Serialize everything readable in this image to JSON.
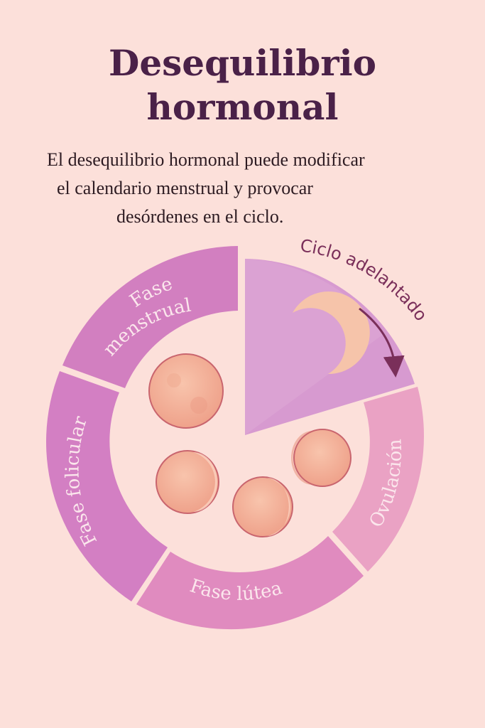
{
  "title": {
    "line1": "Desequilibrio",
    "line2": "hormonal"
  },
  "description": {
    "line1": "El desequilibrio hormonal puede modificar",
    "line2": "el calendario menstrual y provocar",
    "line3": "desórdenes en el ciclo."
  },
  "segments": {
    "menstrual": {
      "line1": "Fase",
      "line2": "menstrual"
    },
    "folicular": "Fase folicular",
    "lutea": "Fase lútea",
    "ovulacion": "Ovulación"
  },
  "annotation": "Ciclo adelantado",
  "colors": {
    "background": "#fce0da",
    "title": "#4a2148",
    "segment_dark": "#d27fc0",
    "segment_mid": "#de8cbc",
    "segment_light": "#eea0c0",
    "wedge": "#d79ad0",
    "moon": "#f3b59f",
    "annotation": "#7a2f5a"
  },
  "icons": [
    "moon-icon",
    "crescent-moon-icon",
    "arrow-icon"
  ]
}
